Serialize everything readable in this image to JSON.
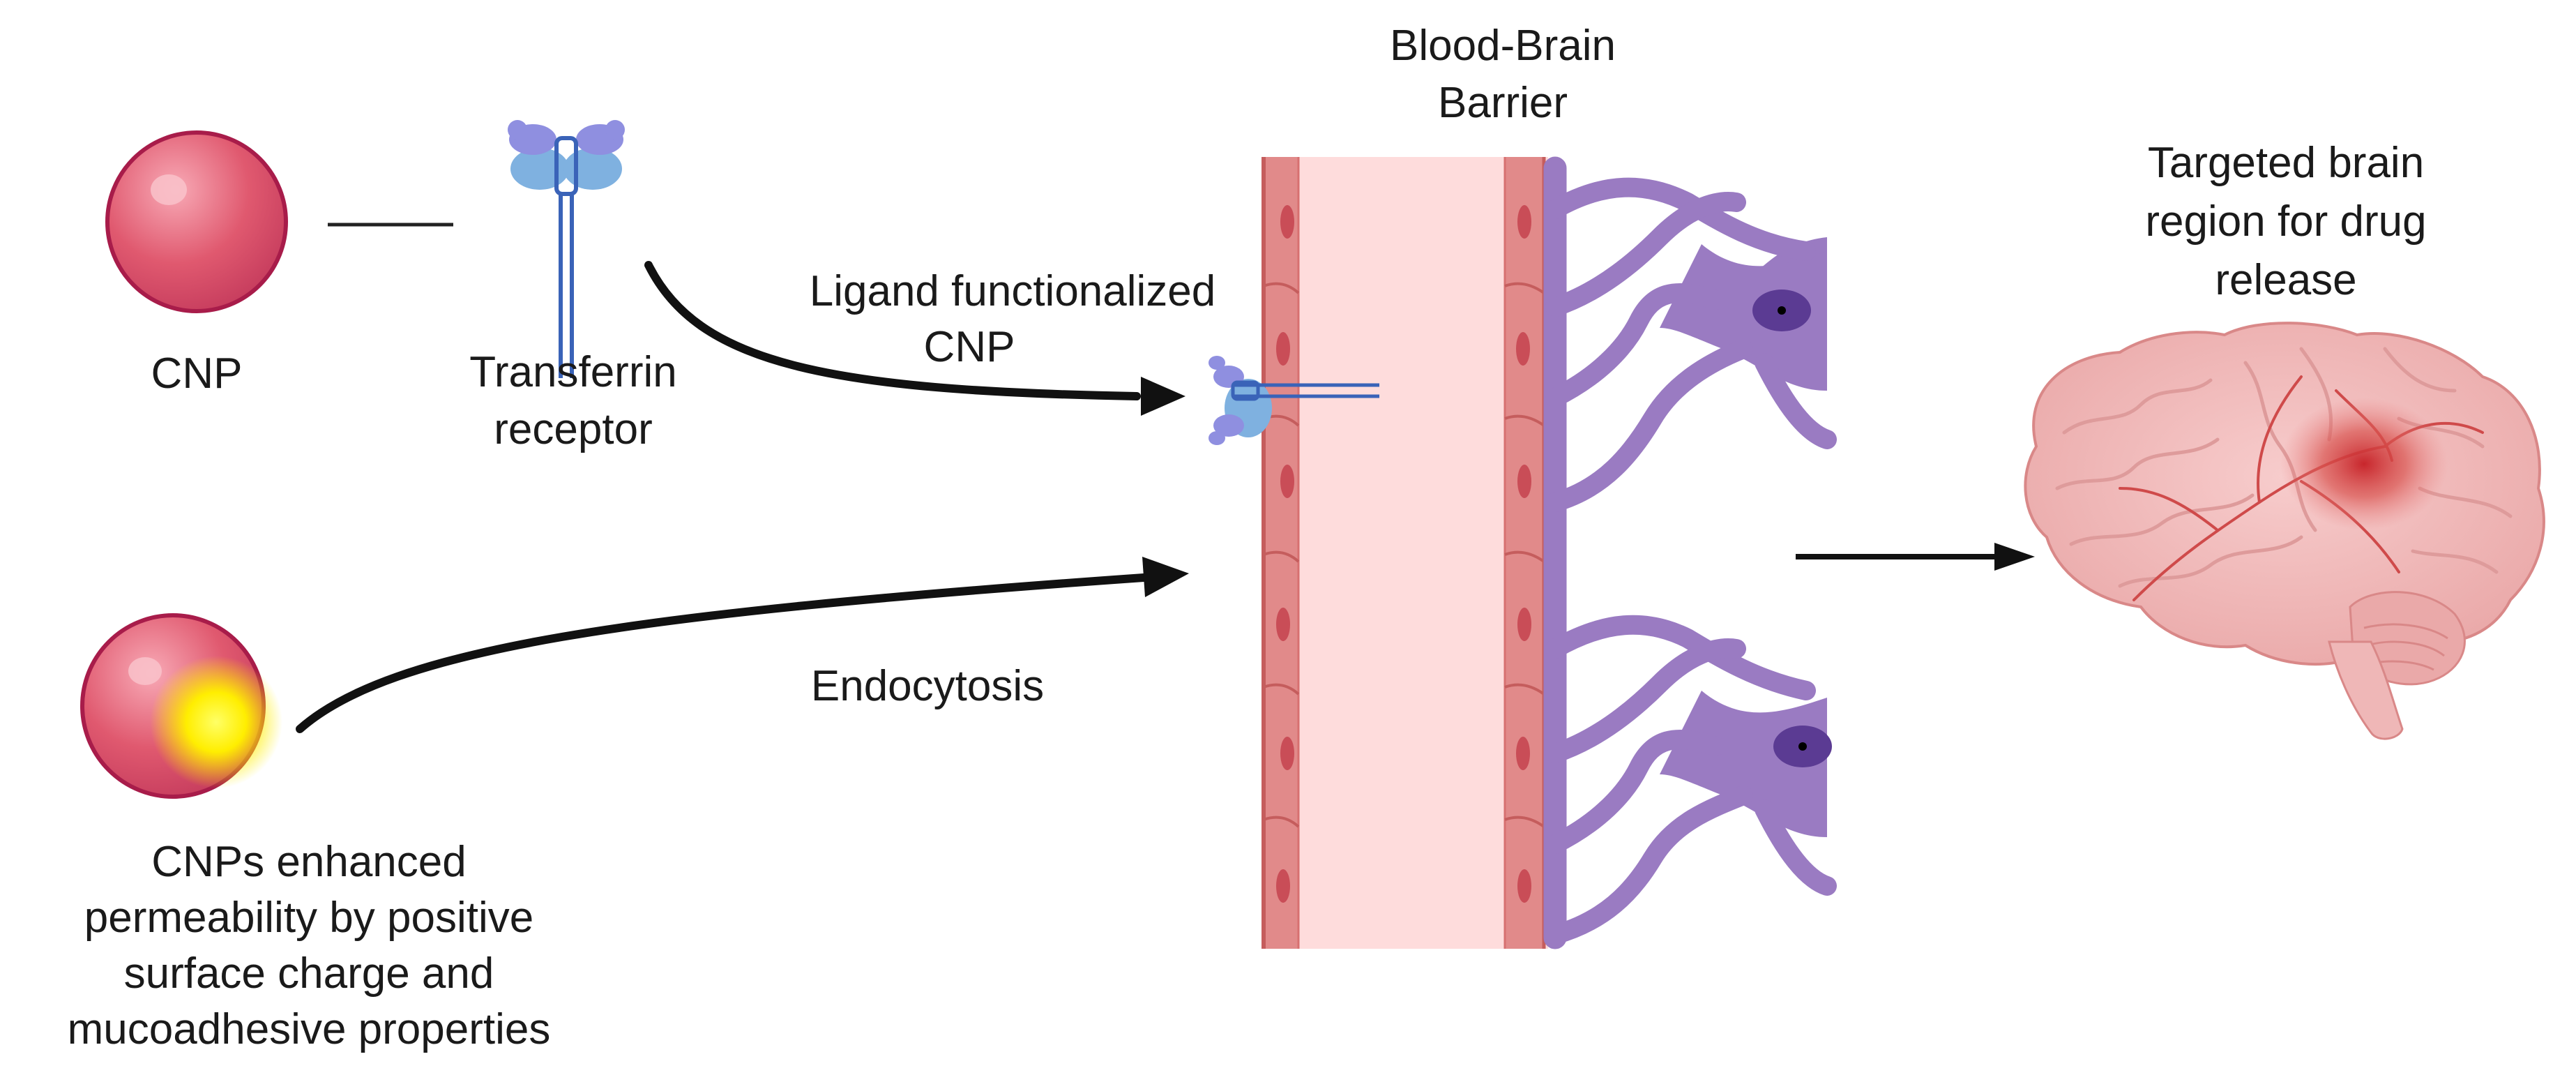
{
  "labels": {
    "cnp": "CNP",
    "transferrin_line1": "Transferrin",
    "transferrin_line2": "receptor",
    "ligand_line1": "Ligand functionalized",
    "ligand_line2": "CNP",
    "bbb_line1": "Blood-Brain",
    "bbb_line2": "Barrier",
    "target_line1": "Targeted brain",
    "target_line2": "region for drug",
    "target_line3": "release",
    "endocytosis": "Endocytosis",
    "cnps_line1": "CNPs enhanced",
    "cnps_line2": "permeability by positive",
    "cnps_line3": "surface charge and",
    "cnps_line4": "mucoadhesive properties"
  },
  "colors": {
    "nanoparticle": "#e0596f",
    "nanoparticle_edge": "#a81c4a",
    "charge_glow": "#ffee00",
    "receptor_blue": "#7fb1e0",
    "receptor_purple": "#8f8fe0",
    "barrier_fill": "#fedcdc",
    "endothelial_cell": "#e18a8a",
    "astrocyte": "#9a7bc2",
    "brain": "#f2bcbc",
    "arrow": "#111111"
  },
  "icons": [
    "nanoparticle-icon",
    "charged-nanoparticle-icon",
    "transferrin-receptor-icon",
    "ligand-receptor-complex-icon",
    "astrocyte-icon",
    "brain-icon"
  ]
}
